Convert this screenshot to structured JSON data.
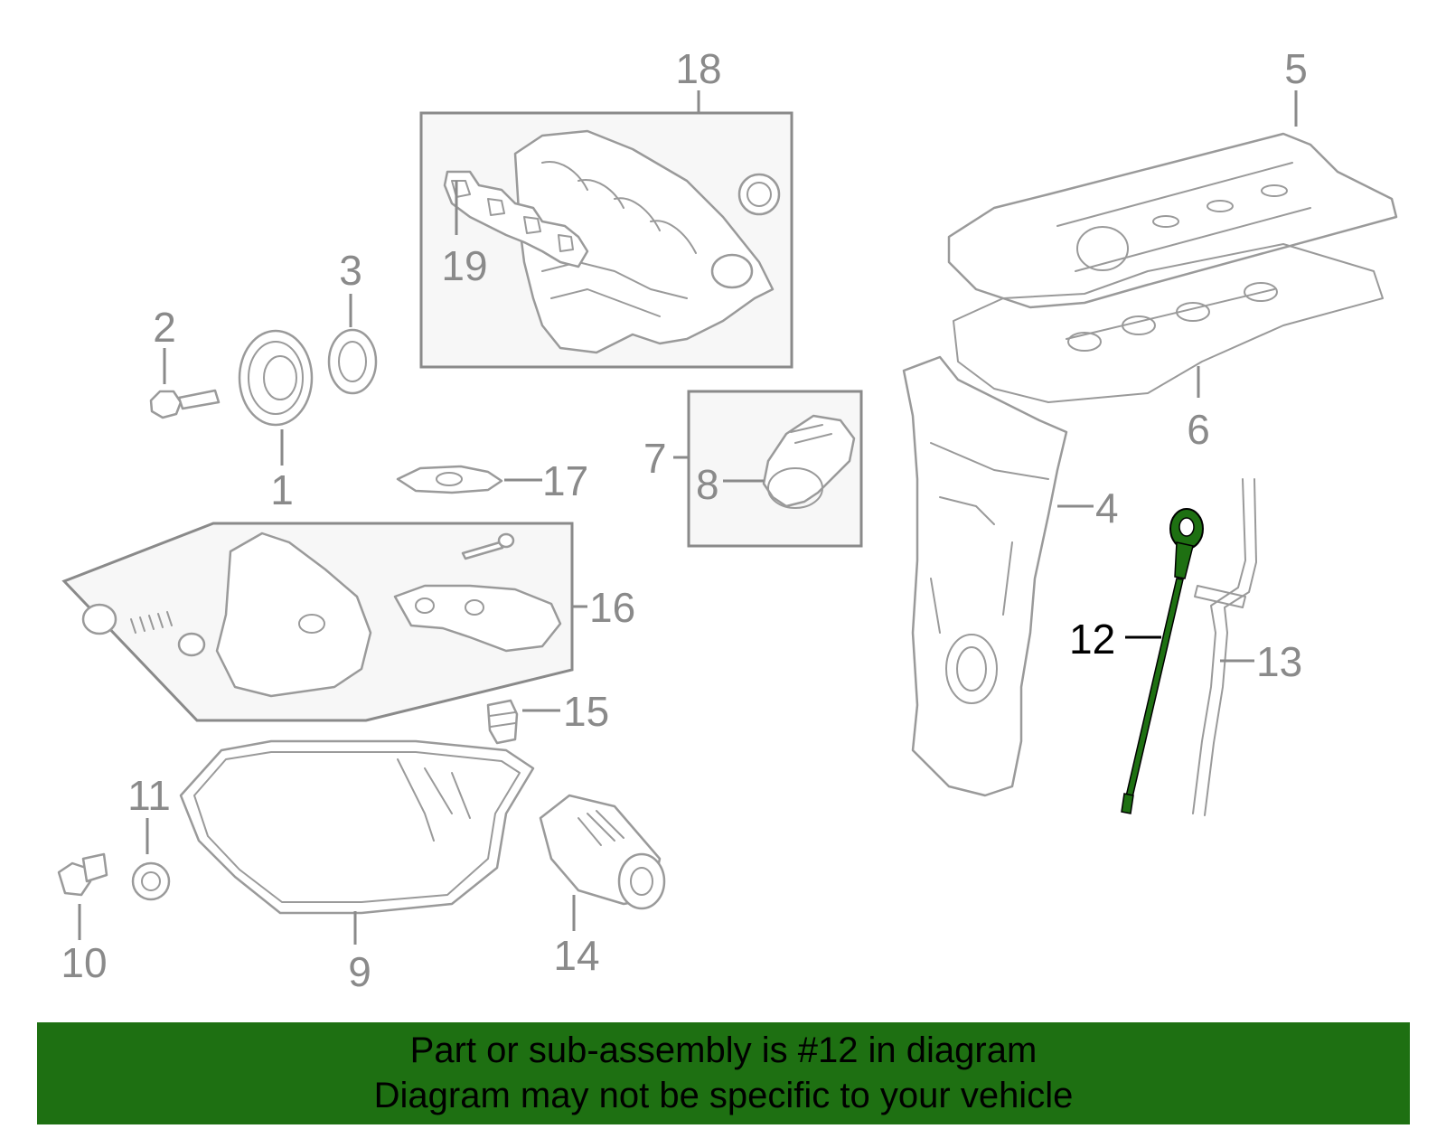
{
  "colors": {
    "highlight_part": "#1e7012",
    "banner_background": "#1e7012",
    "line_gray": "#9a9a9a",
    "label_gray": "#8a8a8a",
    "highlight_label": "#000000"
  },
  "highlighted_part": "12",
  "callouts": {
    "c1": "1",
    "c2": "2",
    "c3": "3",
    "c4": "4",
    "c5": "5",
    "c6": "6",
    "c7": "7",
    "c8": "8",
    "c9": "9",
    "c10": "10",
    "c11": "11",
    "c12": "12",
    "c13": "13",
    "c14": "14",
    "c15": "15",
    "c16": "16",
    "c17": "17",
    "c18": "18",
    "c19": "19"
  },
  "banner": {
    "line1": "Part or sub-assembly is #12 in diagram",
    "line2": "Diagram may not be specific to your vehicle"
  }
}
